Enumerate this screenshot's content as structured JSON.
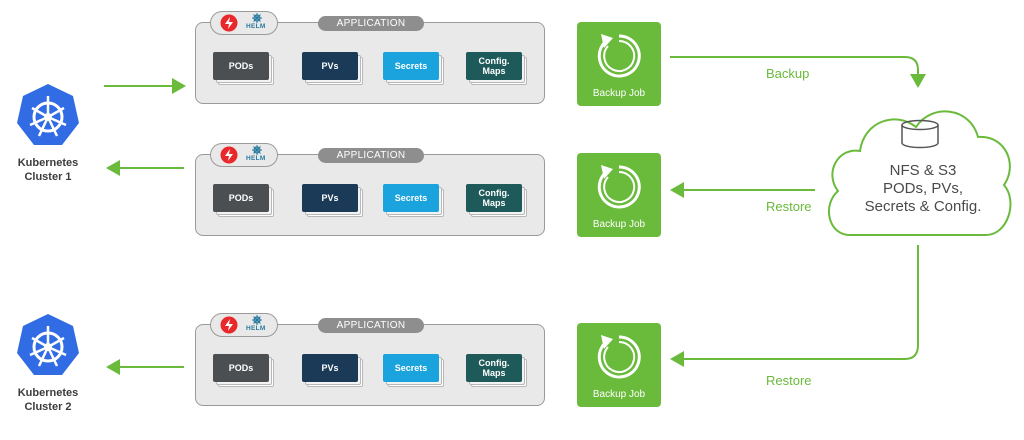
{
  "clusters": [
    {
      "line1": "Kubernetes",
      "line2": "Cluster 1"
    },
    {
      "line1": "Kubernetes",
      "line2": "Cluster 2"
    }
  ],
  "applications": [
    {
      "title": "APPLICATION",
      "helm": "HELM",
      "resources": [
        "PODs",
        "PVs",
        "Secrets",
        "Config. Maps"
      ]
    },
    {
      "title": "APPLICATION",
      "helm": "HELM",
      "resources": [
        "PODs",
        "PVs",
        "Secrets",
        "Config. Maps"
      ]
    },
    {
      "title": "APPLICATION",
      "helm": "HELM",
      "resources": [
        "PODs",
        "PVs",
        "Secrets",
        "Config. Maps"
      ]
    }
  ],
  "jobs": [
    "Backup Job",
    "Backup Job",
    "Backup Job"
  ],
  "flows": {
    "backup": "Backup",
    "restore1": "Restore",
    "restore2": "Restore"
  },
  "storage": {
    "line1": "NFS & S3",
    "line2": "PODs, PVs,",
    "line3": "Secrets & Config."
  },
  "colors": {
    "green": "#6aba3b",
    "k8s_blue": "#326ce5",
    "pods": "#4b4f52",
    "pvs": "#1b3a57",
    "secrets": "#1aa3dd",
    "configmaps": "#1f5a5a"
  }
}
